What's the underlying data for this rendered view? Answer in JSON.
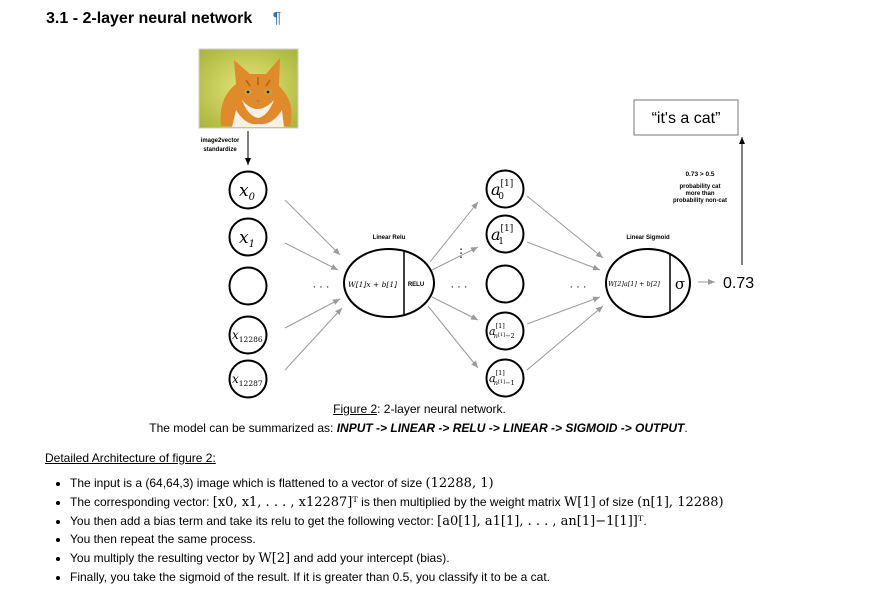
{
  "heading": {
    "text": "3.1 - 2-layer neural network",
    "anchor": "¶"
  },
  "figure": {
    "image": {
      "subject": "orange tabby cat photo"
    },
    "preprocess": [
      "image2vector",
      "standardize"
    ],
    "inputs": {
      "x0": {
        "base": "x",
        "sub": "0"
      },
      "x1": {
        "base": "x",
        "sub": "1"
      },
      "x12286": {
        "base": "x",
        "sub": "12286"
      },
      "x12287": {
        "base": "x",
        "sub": "12287"
      }
    },
    "hidden": {
      "a0": {
        "base": "a",
        "sup": "[1]",
        "sub": "0"
      },
      "a1": {
        "base": "a",
        "sup": "[1]",
        "sub": "1"
      },
      "an2": {
        "base": "a",
        "sup": "[1]",
        "sub": "n",
        "sub_sup": "[1]",
        "sub_tail": "−2"
      },
      "an1": {
        "base": "a",
        "sup": "[1]",
        "sub": "n",
        "sub_sup": "[1]",
        "sub_tail": "−1"
      }
    },
    "ellipsis": "· · ·",
    "ellipsis_v": "⋮",
    "layer1": {
      "label": "Linear Relu",
      "formula": "W[1]x + b[1]",
      "activation": "RELU"
    },
    "layer2": {
      "label": "Linear Sigmoid",
      "formula": "W[2]a[1] + b[2]",
      "activation": "σ"
    },
    "output_value": "0.73",
    "output_box": "“it's a cat”",
    "threshold": {
      "comparison": "0.73 > 0.5",
      "line1": "probability cat",
      "line2": "more than",
      "line3": "probability non-cat"
    }
  },
  "caption": {
    "figure_ref": "Figure 2",
    "title": ": 2-layer neural network.",
    "summary_lead": "The model can be summarized as: ",
    "summary": "INPUT -> LINEAR -> RELU -> LINEAR -> SIGMOID -> OUTPUT",
    "summary_end": "."
  },
  "detail_title": "Detailed Architecture of figure 2",
  "detail_title_suffix": ":",
  "bullets": {
    "b1": {
      "text": "The input is a (64,64,3) image which is flattened to a vector of size ",
      "math": "(12288, 1)"
    },
    "b2": {
      "text_a": "The corresponding vector: ",
      "math_a": "[x0, x1, . . . , x12287]ᵀ",
      "text_b": " is then multiplied by the weight matrix ",
      "math_b": "W[1]",
      "text_c": " of size ",
      "math_c": "(n[1], 12288)"
    },
    "b3": {
      "text": "You then add a bias term and take its relu to get the following vector: ",
      "math": "[a0[1], a1[1], . . . , an[1]−1[1]]ᵀ",
      "end": "."
    },
    "b4": {
      "text": "You then repeat the same process."
    },
    "b5": {
      "text_a": "You multiply the resulting vector by ",
      "math": "W[2]",
      "text_b": " and add your intercept (bias)."
    },
    "b6": {
      "text": "Finally, you take the sigmoid of the result. If it is greater than 0.5, you classify it to be a cat."
    }
  },
  "colors": {
    "accent_link": "#2a6fc4",
    "arrow_gray": "#9a9a9a"
  }
}
